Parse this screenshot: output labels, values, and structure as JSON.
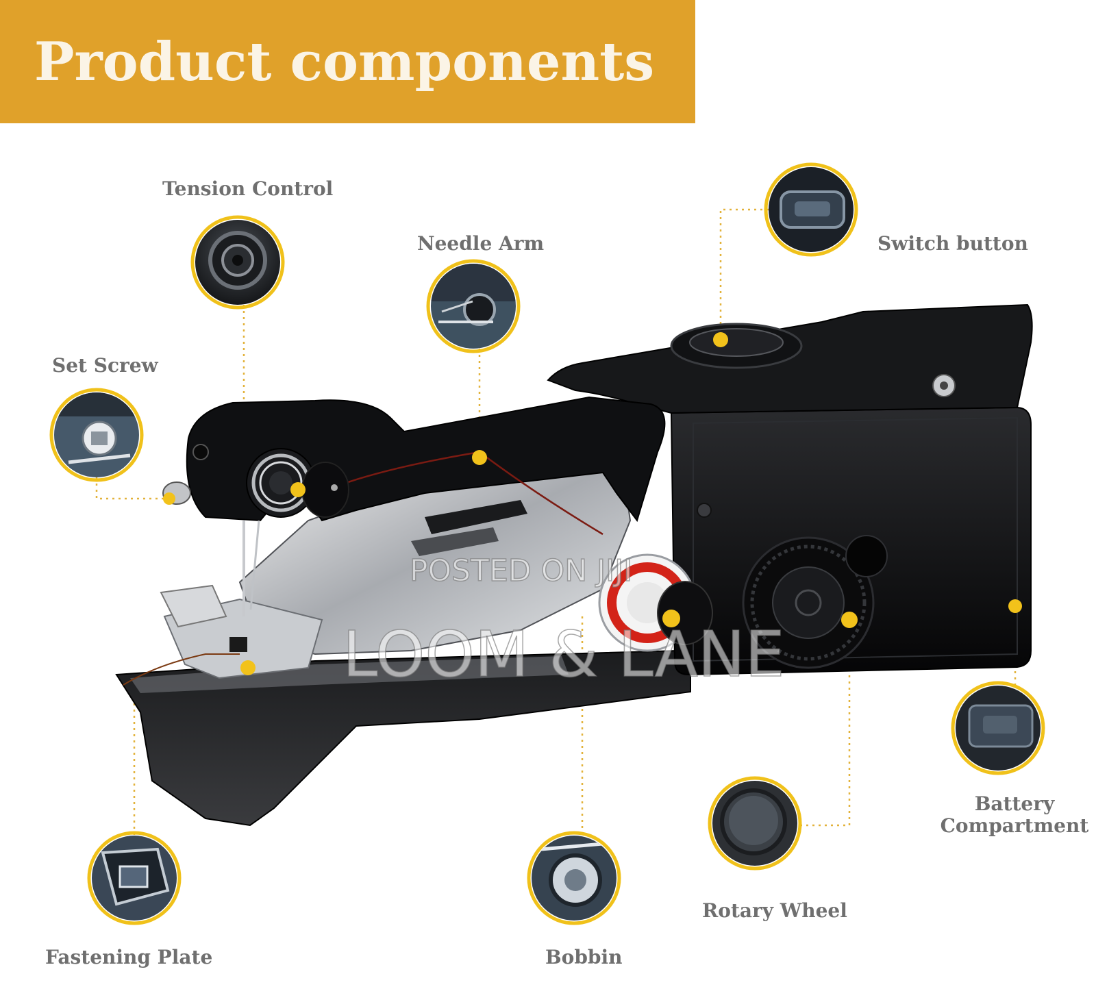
{
  "banner": {
    "title": "Product components",
    "color": "#e0a12a"
  },
  "accent_color": "#f2c21b",
  "callouts": {
    "tension_control": {
      "label": "Tension Control",
      "icon": "tension-knob-icon"
    },
    "needle_arm": {
      "label": "Needle Arm",
      "icon": "needle-arm-icon"
    },
    "set_screw": {
      "label": "Set Screw",
      "icon": "set-screw-icon"
    },
    "switch_button": {
      "label": "Switch button",
      "icon": "switch-button-icon"
    },
    "battery_compartment": {
      "label": "Battery Compartment",
      "line1": "Battery",
      "line2": "Compartment",
      "icon": "battery-cover-icon"
    },
    "rotary_wheel": {
      "label": "Rotary Wheel",
      "icon": "rotary-wheel-icon"
    },
    "fastening_plate": {
      "label": "Fastening Plate",
      "icon": "fastening-plate-icon"
    },
    "bobbin": {
      "label": "Bobbin",
      "icon": "bobbin-icon"
    }
  },
  "watermark": {
    "line1": "POSTED ON JIJI",
    "line2": "LOOM & LANE"
  }
}
